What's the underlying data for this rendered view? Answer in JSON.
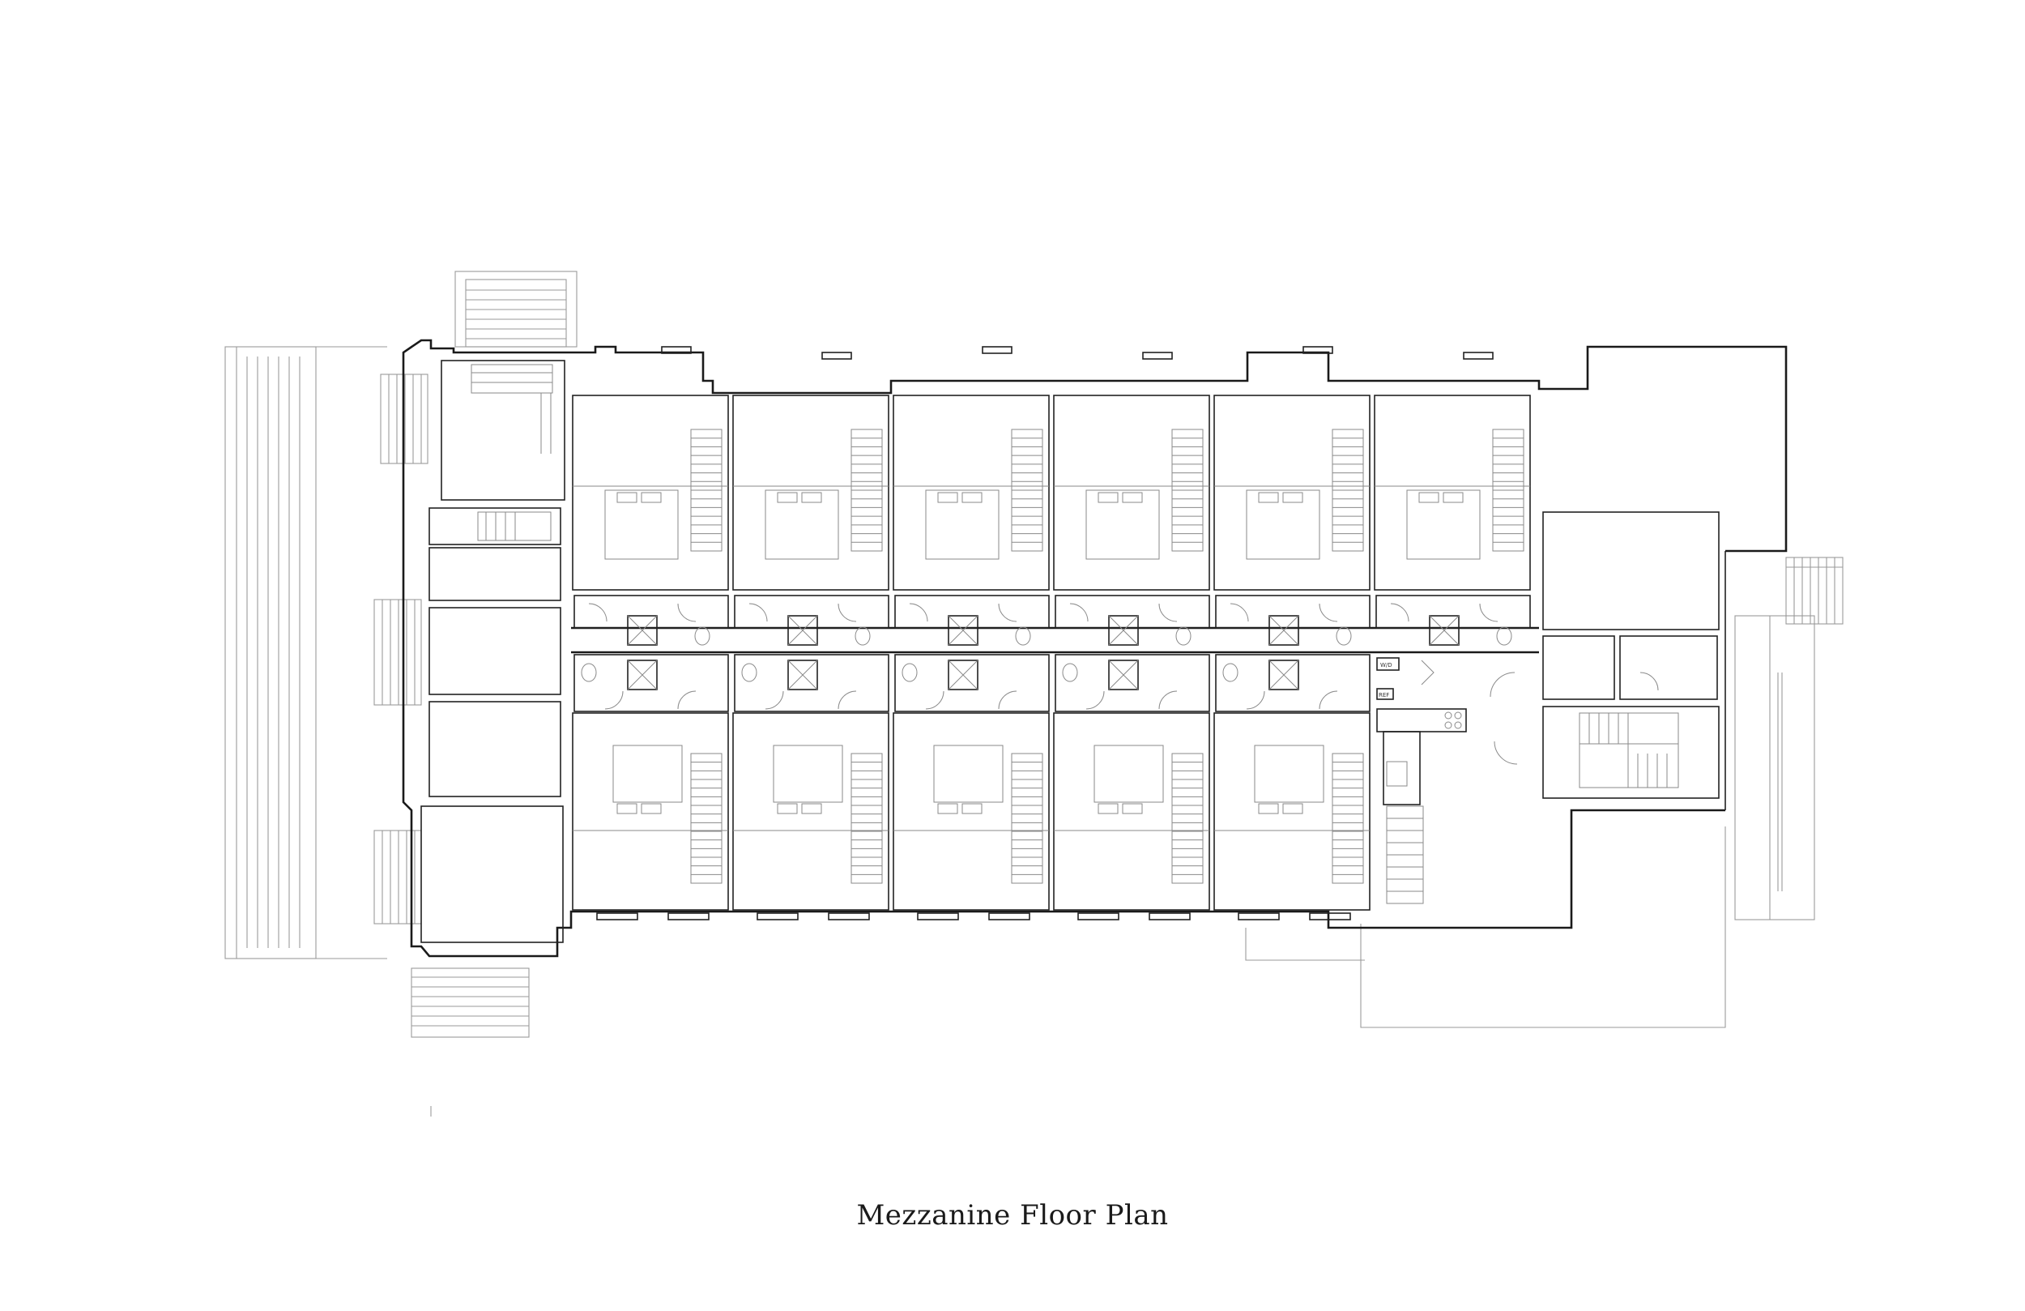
{
  "caption": "Mezzanine Floor Plan",
  "room_tags": {
    "wd": "W/D",
    "ref": "REF"
  },
  "units": {
    "north": 6,
    "south": 5
  }
}
